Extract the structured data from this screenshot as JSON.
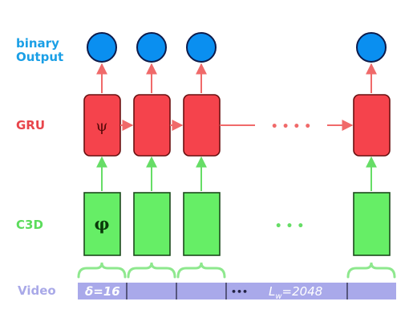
{
  "labels": {
    "output_line1": "binary",
    "output_line2": "Output",
    "gru": "GRU",
    "c3d": "C3D",
    "video": "Video"
  },
  "symbols": {
    "psi": "ψ",
    "phi": "φ"
  },
  "video_bar": {
    "delta_label": "δ=16",
    "length_label": "L",
    "length_sub": "w",
    "length_value": "=2048",
    "ellipsis": "•••"
  },
  "ellipsis": {
    "gru": "• • • •",
    "c3d": "• • •"
  },
  "colors": {
    "output_label": "#1a9fe6",
    "output_node_fill": "#0a8ff0",
    "output_node_stroke": "#0d1a4a",
    "gru_label": "#e8454b",
    "gru_fill": "#f5434c",
    "gru_stroke": "#6a1010",
    "gru_arrow": "#f06a6a",
    "c3d_label": "#5cdc5c",
    "c3d_fill": "#66ee66",
    "c3d_stroke": "#1c4a1c",
    "c3d_arrow": "#66dd66",
    "brace": "#8ee88e",
    "video_label": "#a9a9e8",
    "video_bar": "#a9a9ea",
    "video_divider": "#3a3a5a",
    "video_text": "#ffffff",
    "video_ellipsis": "#222244"
  }
}
